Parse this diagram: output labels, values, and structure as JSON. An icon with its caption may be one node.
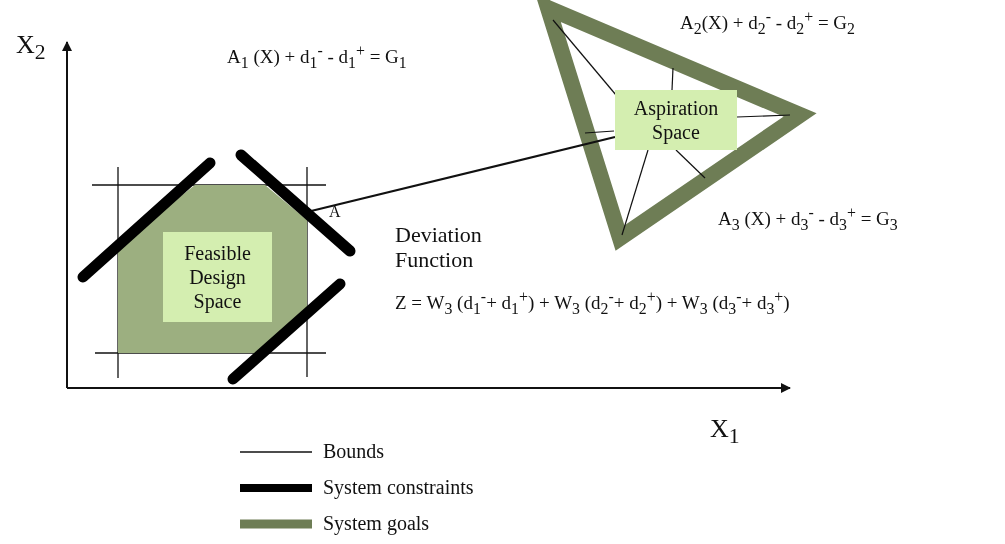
{
  "diagram": {
    "nodes": [
      {
        "text": [
          "Feasible Design Space"
        ]
      },
      {
        "text": [
          "Aspiration Space"
        ]
      }
    ],
    "edges": [
      {
        "from": 0,
        "to": 1,
        "arrow": "none"
      }
    ],
    "labels": [
      "A$_{2}$(X) + d$_{2}$$^{-}$ -  d$_{2}$$^{+}$ = G$_{2}$",
      "X$_{2}$",
      "A$_{1}$ (X) + d$_{1}$$^{-}$ -  d$_{1}$$^{+}$ = G$_{1}$",
      "A",
      "A$_{3}$ (X) + d$_{3}$$^{-}$ -  d$_{3}$$^{+}$ = G$_{3}$",
      "Deviation Function",
      "Z = W$_{3}$ (d$_{1}$$^{-}$+ d$_{1}$$^{+}$) + W$_{3}$ (d$_{2}$$^{-}$+ d$_{2}$$^{+}$) + W$_{3}$ (d$_{3}$$^{-}$+ d$_{3}$$^{+}$)",
      "X$_{1}$"
    ],
    "legend": [
      {
        "text": "Bounds"
      },
      {
        "text": "System constraints"
      },
      {
        "text": "System goals"
      }
    ]
  }
}
